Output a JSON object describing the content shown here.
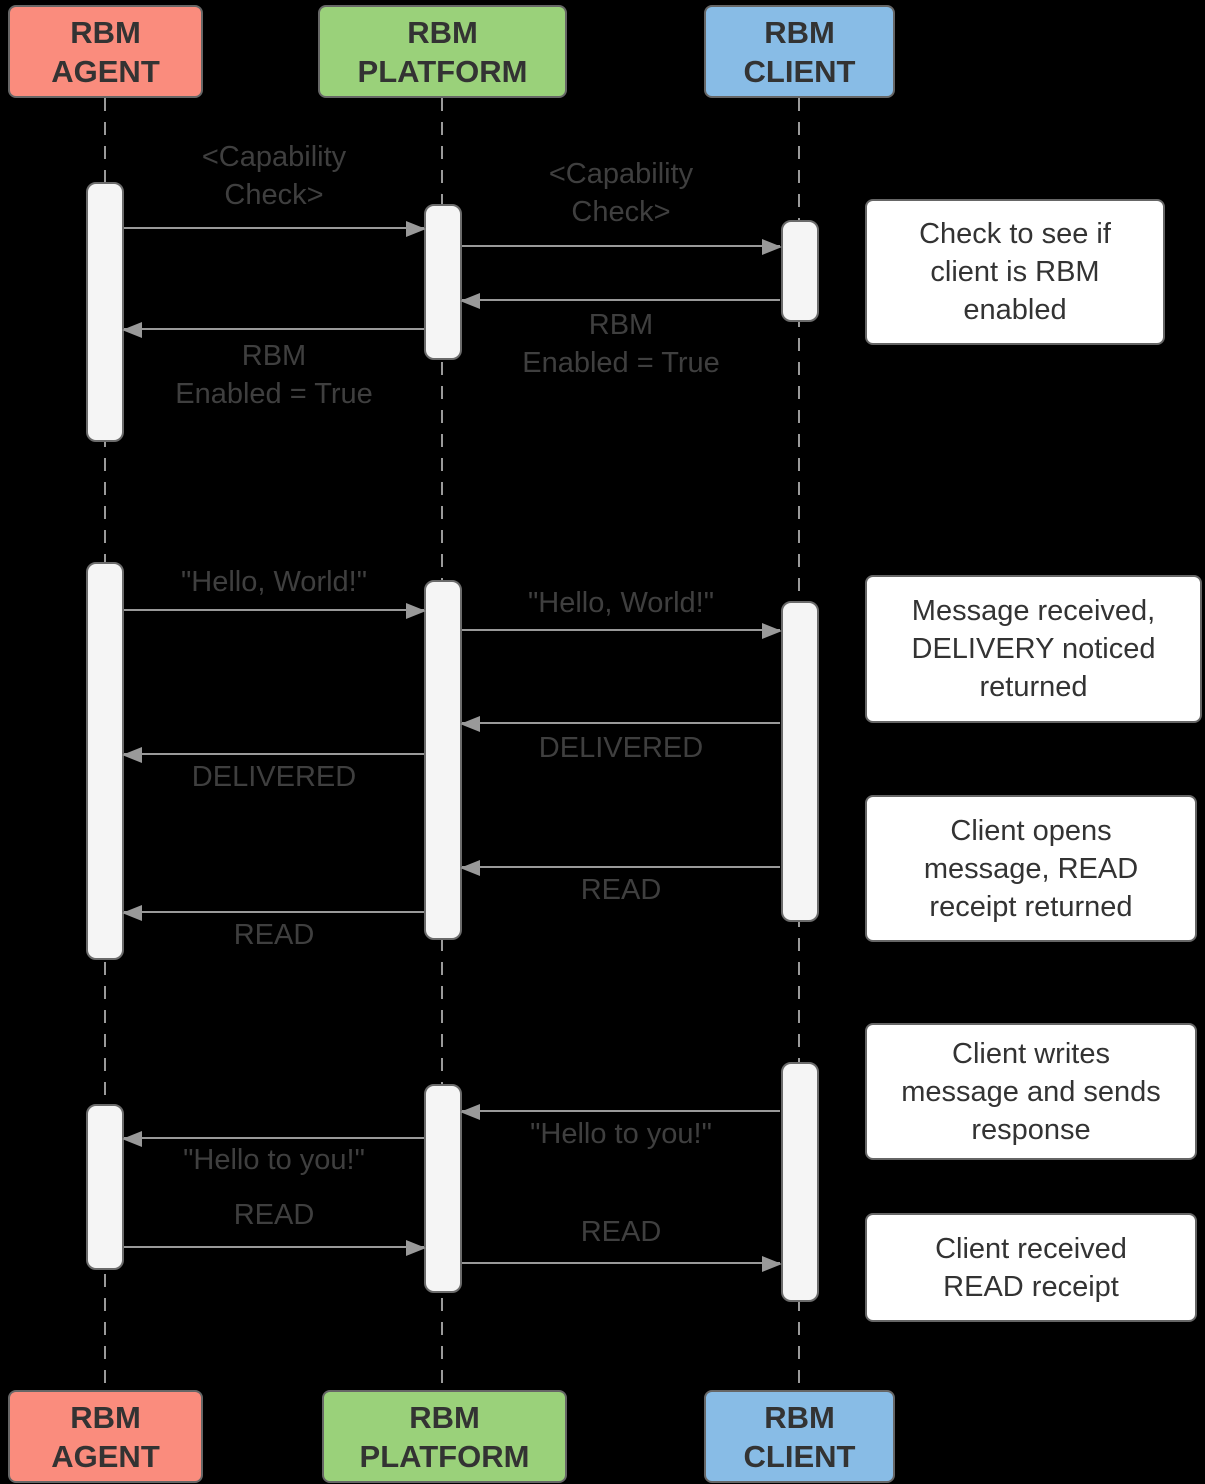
{
  "actors": {
    "agent": {
      "label": "RBM\nAGENT",
      "fill": "#FA8C7D"
    },
    "platform": {
      "label": "RBM\nPLATFORM",
      "fill": "#9AD17A"
    },
    "client": {
      "label": "RBM\nCLIENT",
      "fill": "#88BCE6"
    }
  },
  "messages": {
    "capability_check_agent_platform": "<Capability\nCheck>",
    "capability_check_platform_client": "<Capability\nCheck>",
    "rbm_enabled_client_platform": "RBM\nEnabled = True",
    "rbm_enabled_platform_agent": "RBM\nEnabled = True",
    "hello_world_agent_platform": "\"Hello, World!\"",
    "hello_world_platform_client": "\"Hello, World!\"",
    "delivered_client_platform": "DELIVERED",
    "delivered_platform_agent": "DELIVERED",
    "read_client_platform": "READ",
    "read_platform_agent": "READ",
    "hello_to_you_client_platform": "\"Hello to you!\"",
    "hello_to_you_platform_agent": "\"Hello to you!\"",
    "read_agent_platform": "READ",
    "read_platform_client": "READ"
  },
  "notes": {
    "capability_check": "Check to see if\nclient is RBM\nenabled",
    "message_received": "Message received,\nDELIVERY noticed\nreturned",
    "client_opens": "Client opens\nmessage, READ\nreceipt returned",
    "client_writes": "Client writes\nmessage and sends\nresponse",
    "client_received": "Client received\nREAD receipt"
  },
  "colors": {
    "background": "#000000",
    "agent_fill": "#FA8C7D",
    "platform_fill": "#9AD17A",
    "client_fill": "#88BCE6",
    "note_fill": "#FFFFFF",
    "box_border": "#666666",
    "activation_fill": "#F5F5F5",
    "arrow": "#999999",
    "actor_text": "#333333",
    "label_text": "#3F3F3F"
  }
}
